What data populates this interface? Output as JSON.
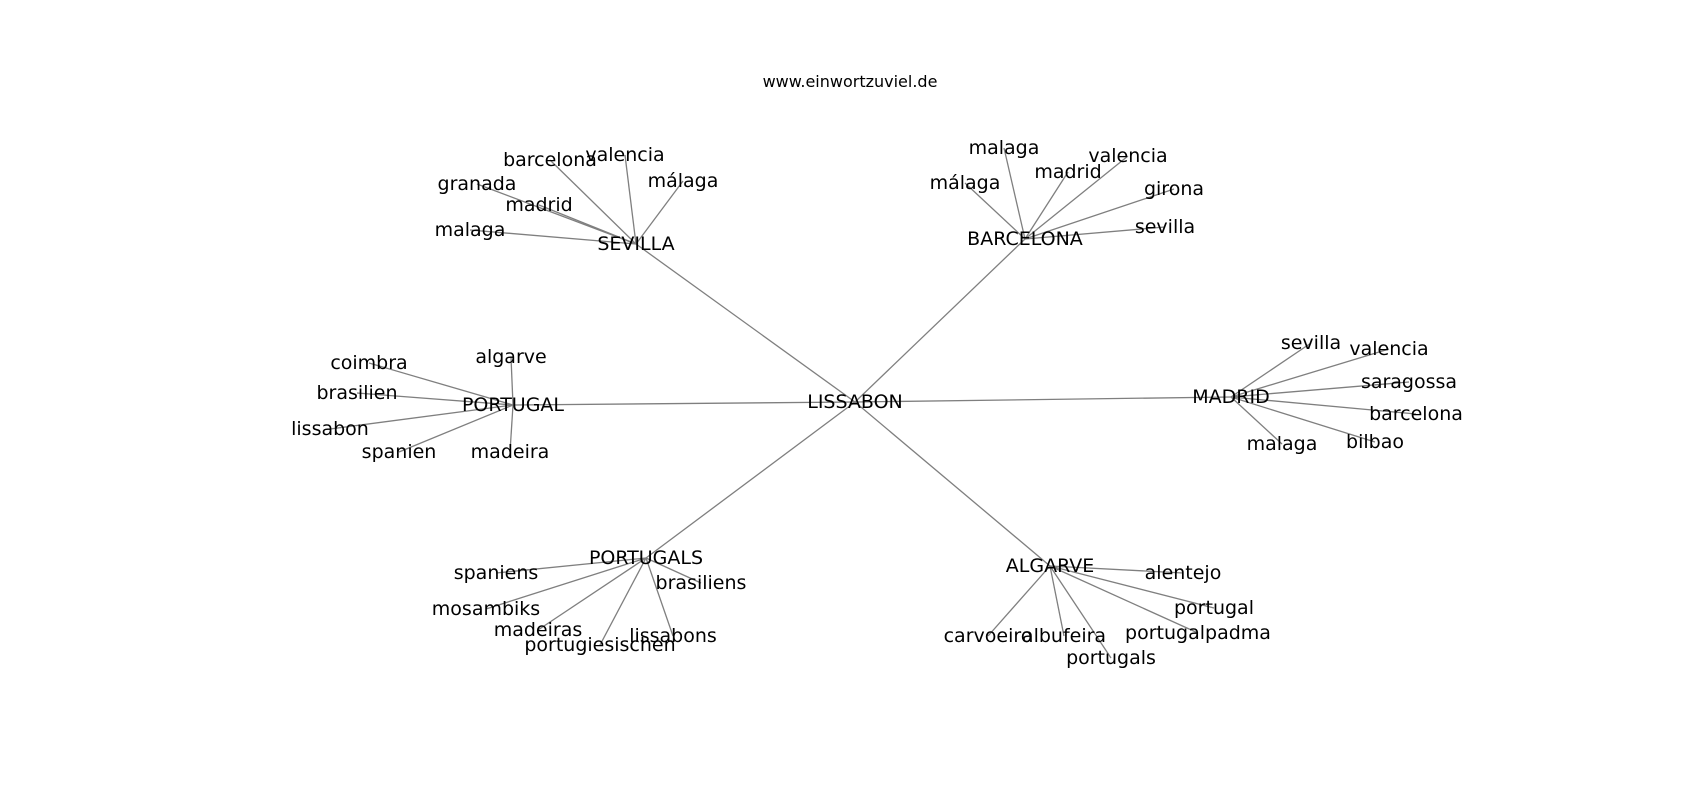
{
  "header": {
    "site": "www.einwortzuviel.de"
  },
  "graph": {
    "root": "LISSABON",
    "hubs": [
      {
        "id": "SEVILLA",
        "leaves": [
          "barcelona",
          "valencia",
          "málaga",
          "granada",
          "madrid",
          "malaga"
        ]
      },
      {
        "id": "BARCELONA",
        "leaves": [
          "malaga",
          "málaga",
          "madrid",
          "valencia",
          "girona",
          "sevilla"
        ]
      },
      {
        "id": "PORTUGAL",
        "leaves": [
          "algarve",
          "coimbra",
          "brasilien",
          "lissabon",
          "spanien",
          "madeira"
        ]
      },
      {
        "id": "MADRID",
        "leaves": [
          "sevilla",
          "valencia",
          "saragossa",
          "barcelona",
          "bilbao",
          "malaga"
        ]
      },
      {
        "id": "PORTUGALS",
        "leaves": [
          "spaniens",
          "mosambiks",
          "madeiras",
          "portugiesischen",
          "lissabons",
          "brasiliens"
        ]
      },
      {
        "id": "ALGARVE",
        "leaves": [
          "alentejo",
          "portugal",
          "portugalpadma",
          "portugals",
          "albufeira",
          "carvoeiro"
        ]
      }
    ]
  }
}
